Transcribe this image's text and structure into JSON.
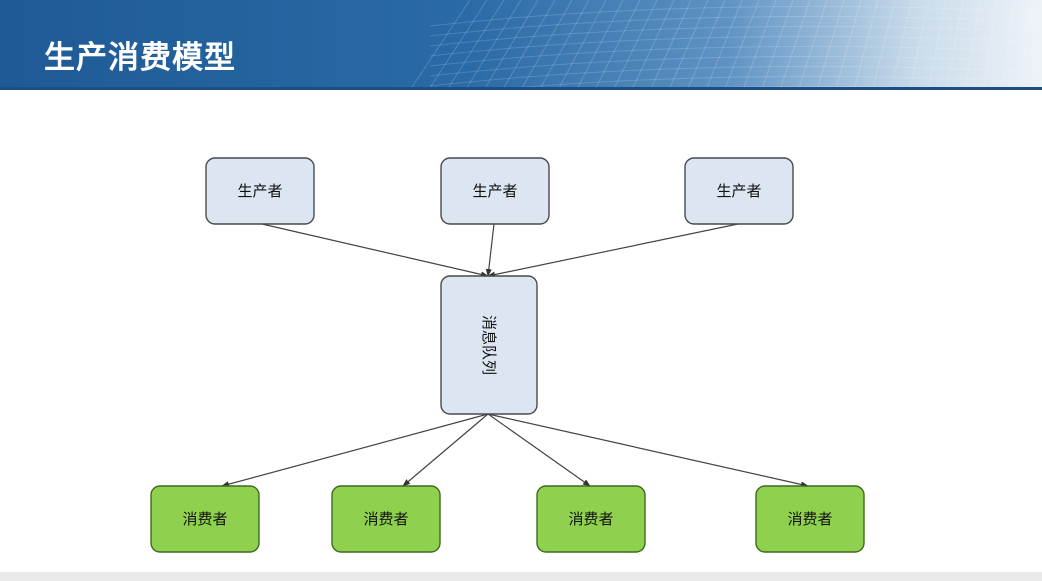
{
  "slide": {
    "title": "生产消费模型"
  },
  "diagram": {
    "producers": [
      {
        "label": "生产者"
      },
      {
        "label": "生产者"
      },
      {
        "label": "生产者"
      }
    ],
    "queue": {
      "label": "消息队列"
    },
    "consumers": [
      {
        "label": "消费者"
      },
      {
        "label": "消费者"
      },
      {
        "label": "消费者"
      },
      {
        "label": "消费者"
      }
    ]
  },
  "colors": {
    "header_blue": "#1e5a96",
    "producer_fill": "#dce6f2",
    "queue_fill": "#dce6f2",
    "consumer_fill": "#8fd14f",
    "edge": "#444444"
  }
}
